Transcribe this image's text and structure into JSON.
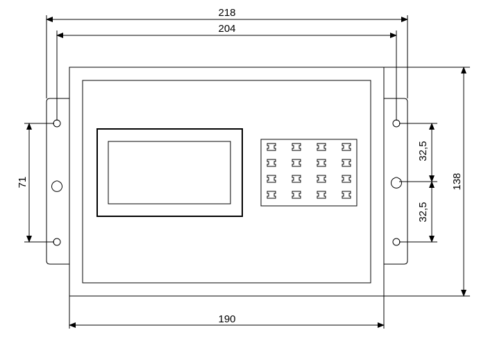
{
  "dimensions": {
    "overall_width": "218",
    "hole_spacing_width": "204",
    "body_width": "190",
    "body_height": "138",
    "left_hole_spacing": "71",
    "right_upper_spacing": "32,5",
    "right_lower_spacing": "32,5"
  },
  "keypad": {
    "rows": 4,
    "cols": 4
  }
}
